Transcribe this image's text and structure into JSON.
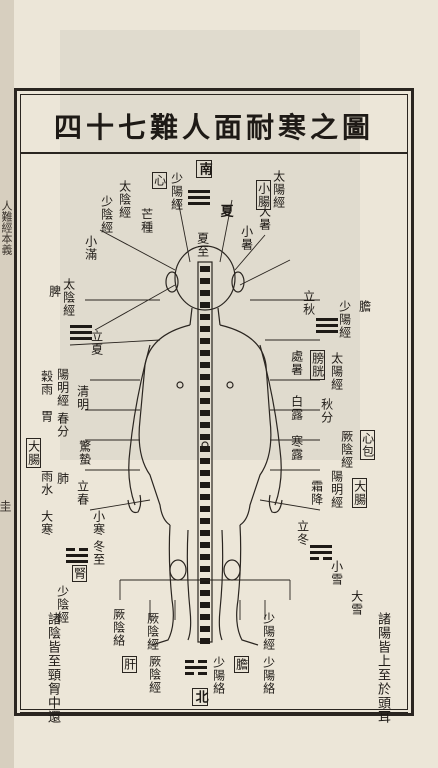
{
  "title": "四十七難人面耐寒之圖",
  "side_tab": "人難經本義",
  "page_number": "圭",
  "labels": {
    "south": "南",
    "north": "北",
    "summer": "夏",
    "xiazhi": "夏至",
    "dongzhi": "冬至",
    "xiao_shu": "小暑",
    "da_shu": "大暑",
    "xiao_man": "小滿",
    "mang_zhong": "芒種",
    "li_xia": "立夏",
    "gu_yu": "穀雨",
    "qing_ming": "清明",
    "chun_fen": "春分",
    "jing_zhe": "驚蟄",
    "yu_shui": "雨水",
    "li_chun": "立春",
    "da_han": "大寒",
    "xiao_han": "小寒",
    "li_qiu": "立秋",
    "chu_shu": "處暑",
    "bai_lu": "白露",
    "qiu_fen": "秋分",
    "han_lu": "寒露",
    "shuang_jiang": "霜降",
    "li_dong": "立冬",
    "xiao_xue": "小雪",
    "da_xue": "大雪",
    "shaoyang_jing": "少陽經",
    "taiyang_jing": "太陽經",
    "yangming_jing": "陽明經",
    "taiyin_jing": "太陰經",
    "shaoyin_jing": "少陰經",
    "jueyin_jing": "厥陰經",
    "shaoyang_luo": "少陽絡",
    "jueyin_luo": "厥陰絡",
    "gan": "肝",
    "dan": "膽",
    "pi": "脾",
    "wei": "胃",
    "fei": "肺",
    "dachang": "大腸",
    "shen": "腎",
    "pangguang": "膀胱",
    "xin": "心",
    "xiaochang": "小腸",
    "xinbao": "心包"
  },
  "notes": {
    "right": "諸陽皆上至於頭耳",
    "left": "諸陰皆至頸胷中還"
  }
}
